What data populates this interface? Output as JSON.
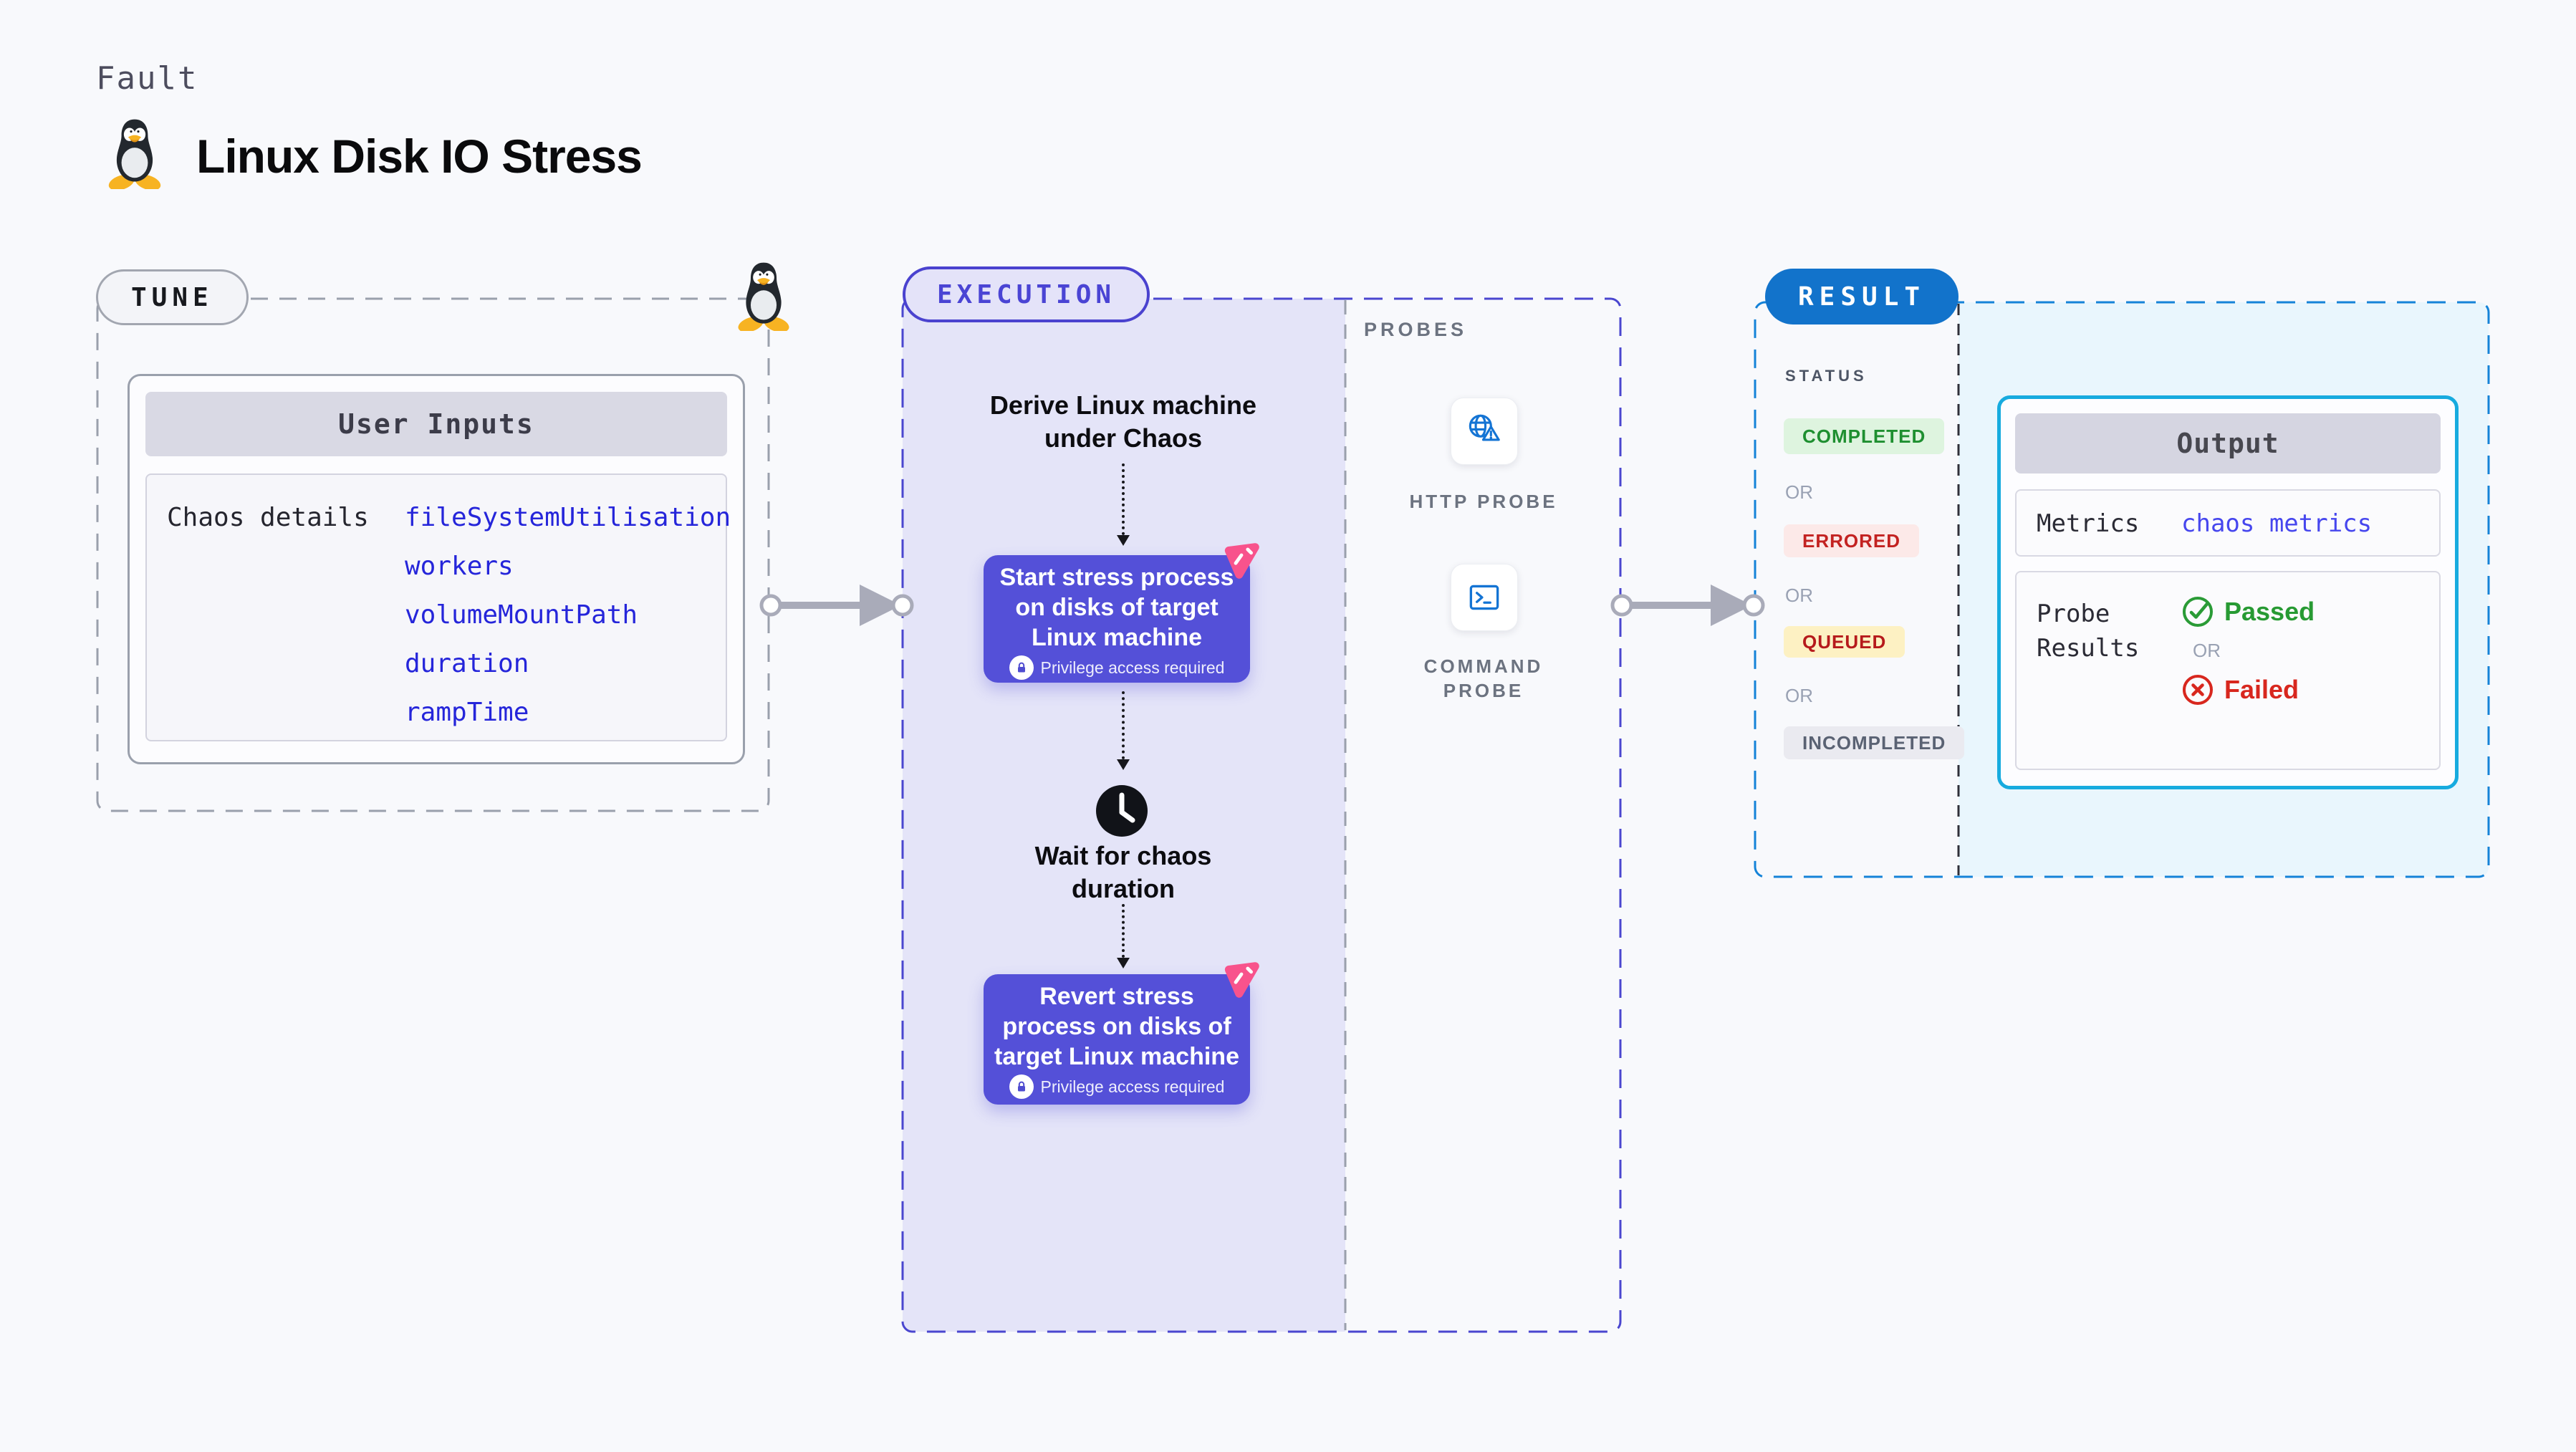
{
  "header": {
    "kind_label": "Fault",
    "title": "Linux Disk IO Stress"
  },
  "tune": {
    "badge_label": "TUNE",
    "user_inputs": {
      "title": "User Inputs",
      "row_label": "Chaos details",
      "params": [
        "fileSystemUtilisation",
        "workers",
        "volumeMountPath",
        "duration",
        "rampTime"
      ]
    }
  },
  "execution": {
    "badge_label": "EXECUTION",
    "derive_lines": [
      "Derive Linux machine",
      "under Chaos"
    ],
    "start_node": {
      "lines": [
        "Start stress process",
        "on disks of target",
        "Linux machine"
      ],
      "privilege_label": "Privilege access required"
    },
    "wait_lines": [
      "Wait for chaos",
      "duration"
    ],
    "revert_node": {
      "lines": [
        "Revert stress",
        "process on disks of",
        "target Linux machine"
      ],
      "privilege_label": "Privilege access required"
    }
  },
  "probes": {
    "section_label": "PROBES",
    "http_label": "HTTP PROBE",
    "command_label": "COMMAND PROBE"
  },
  "result": {
    "badge_label": "RESULT",
    "status": {
      "label": "STATUS",
      "completed": "COMPLETED",
      "errored": "ERRORED",
      "queued": "QUEUED",
      "incompleted": "INCOMPLETED",
      "or": "OR"
    },
    "output": {
      "title": "Output",
      "metrics_label": "Metrics",
      "metrics_value": "chaos metrics",
      "probe_results_label": "Probe Results",
      "passed": "Passed",
      "or": "OR",
      "failed": "Failed"
    }
  },
  "colors": {
    "page_bg": "#f8f9fc",
    "tune_dash": "#9aa0ac",
    "execution_accent": "#4a44d4",
    "execution_panel": "#e4e4f8",
    "node_purple": "#5450d8",
    "pink_badge": "#f8538c",
    "probe_icon_blue": "#1474d4",
    "result_accent": "#1273cb",
    "result_panel": "#e9f6fd",
    "output_border": "#17abdf",
    "param_blue": "#2525da",
    "completed_green": "#1e8f30",
    "errored_red": "#c32221",
    "queued_red": "#b61a1c",
    "incompleted_gray": "#5a6273",
    "passed_green": "#279a33",
    "failed_red": "#d8271e"
  }
}
